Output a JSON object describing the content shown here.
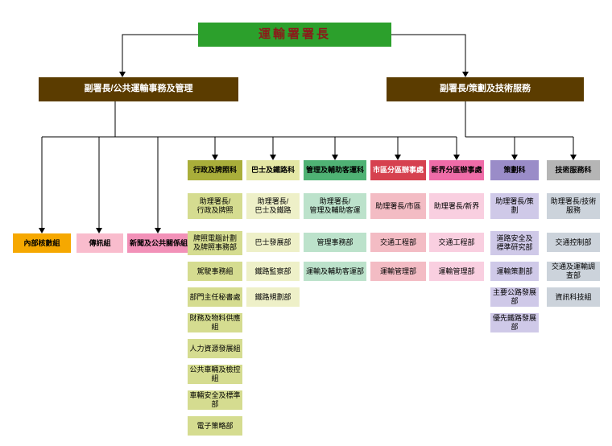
{
  "org": {
    "title": "運輸署署長",
    "deputy_left": "副署長/公共運輸事務及管理",
    "deputy_right": "副署長/策劃及技術服務"
  },
  "left_units": [
    "內部核數組",
    "傳訊組",
    "新聞及公共關係組"
  ],
  "branches": [
    {
      "header": "行政及牌照科",
      "head": "助理署長/\n行政及牌照",
      "units": [
        "牌照電腦計劃\n及牌照事務部",
        "駕駛事務組",
        "部門主任秘書處",
        "財務及物料供應組",
        "人力資源發展組",
        "公共車輛及檢控組",
        "車輛安全及標準部",
        "電子策略部"
      ]
    },
    {
      "header": "巴士及鐵路科",
      "head": "助理署長/\n巴士及鐵路",
      "units": [
        "巴士發展部",
        "鐵路監察部",
        "鐵路規劃部"
      ]
    },
    {
      "header": "管理及輔助客運科",
      "head": "助理署長/\n管理及輔助客運",
      "units": [
        "管理事務部",
        "運輸及輔助客運部"
      ]
    },
    {
      "header": "市區分區辦事處",
      "head": "助理署長/市區",
      "units": [
        "交通工程部",
        "運輸管理部"
      ]
    },
    {
      "header": "新界分區辦事處",
      "head": "助理署長/新界",
      "units": [
        "交通工程部",
        "運輸管理部"
      ]
    },
    {
      "header": "策劃科",
      "head": "助理署長/策劃",
      "units": [
        "道路安全及\n標準研究部",
        "運輸策劃部",
        "主要公路發展部",
        "優先鐵路發展部"
      ]
    },
    {
      "header": "技術服務科",
      "head": "助理署長/技術服務",
      "units": [
        "交通控制部",
        "交通及運輸調查部",
        "資訊科技組"
      ]
    }
  ],
  "colors": {
    "commissioner_bg": "#2ca02c",
    "commissioner_text": "#8b1a1a",
    "deputy_bg": "#5b3c00",
    "internal_audit_bg": "#f6a800",
    "communications_bg": "#f9bccd",
    "press_pr_bg": "#f291b8",
    "admin_licensing": [
      "#a9ae3a",
      "#d5dc90"
    ],
    "bus_railway": [
      "#e4e7a5",
      "#eef0c8"
    ],
    "management_paratransit": [
      "#4fb274",
      "#bce2cb"
    ],
    "urban_regional": [
      "#d6414f",
      "#f3bcc4"
    ],
    "nt_regional": [
      "#ef6ca8",
      "#f9cfe0"
    ],
    "planning": [
      "#9a8cc8",
      "#cfc9e8"
    ],
    "technical_services": [
      "#b5b5b5",
      "#ccd3db"
    ],
    "connector": "#000000"
  }
}
